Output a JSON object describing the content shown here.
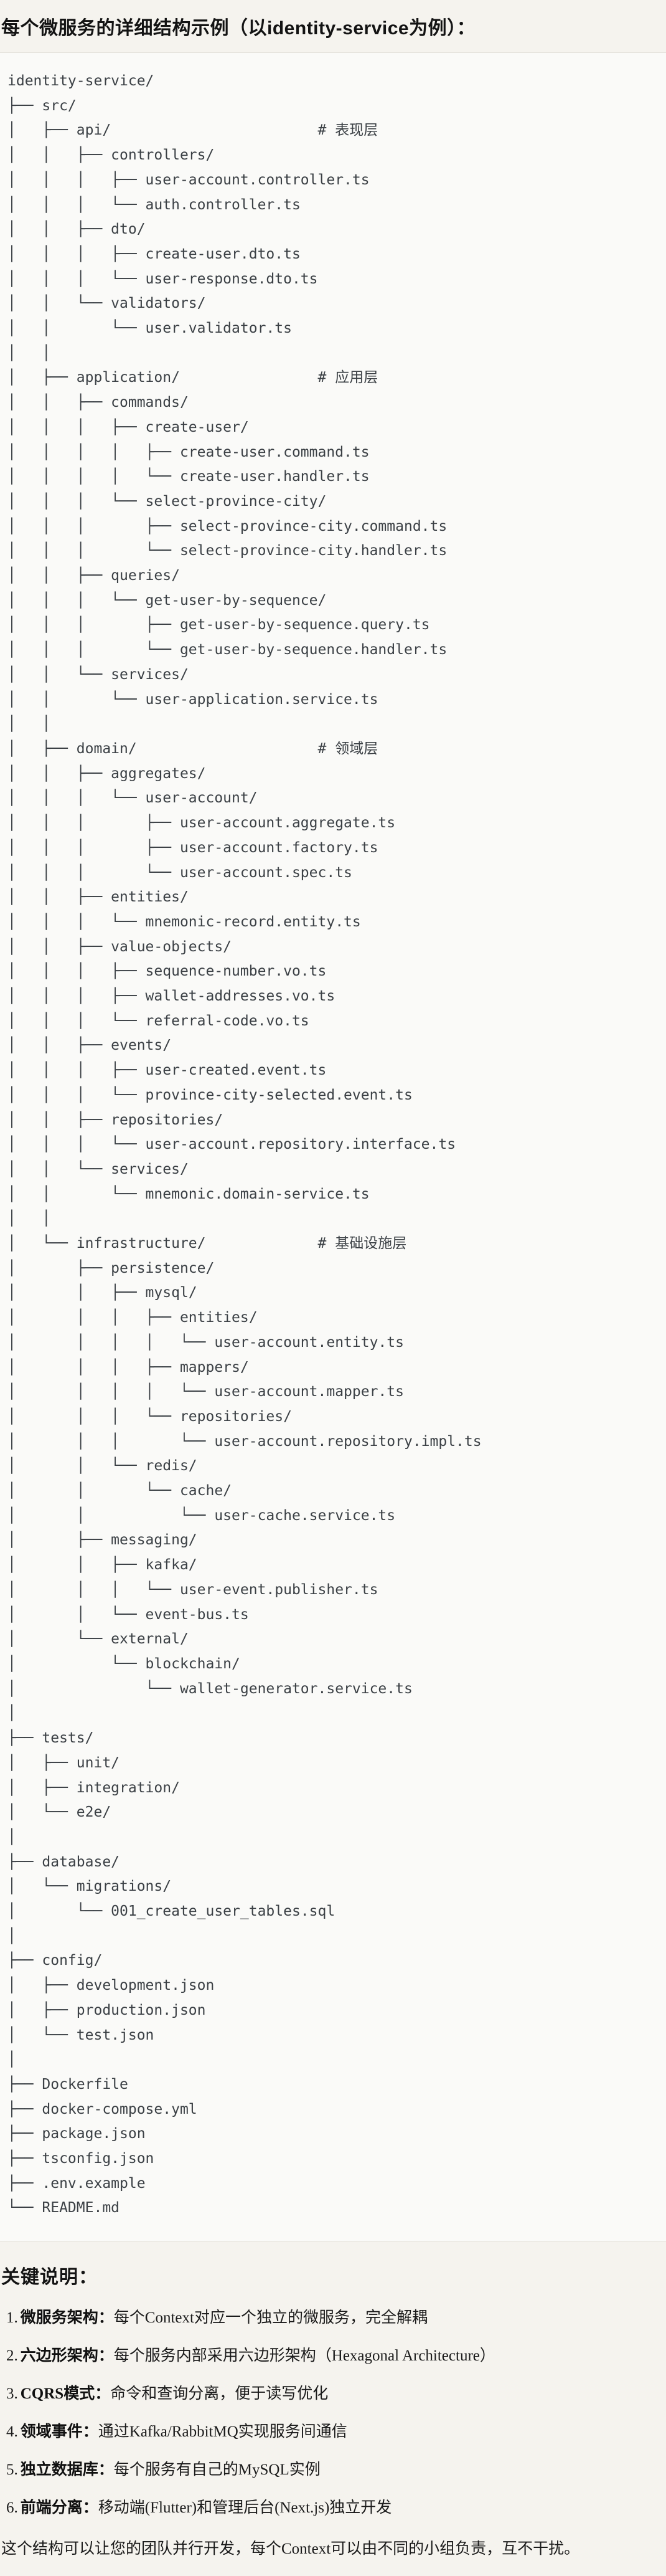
{
  "title": "每个微服务的详细结构示例（以identity-service为例）：",
  "tree": [
    "identity-service/",
    "├── src/",
    "│   ├── api/                        # 表现层",
    "│   │   ├── controllers/",
    "│   │   │   ├── user-account.controller.ts",
    "│   │   │   └── auth.controller.ts",
    "│   │   ├── dto/",
    "│   │   │   ├── create-user.dto.ts",
    "│   │   │   └── user-response.dto.ts",
    "│   │   └── validators/",
    "│   │       └── user.validator.ts",
    "│   │",
    "│   ├── application/                # 应用层",
    "│   │   ├── commands/",
    "│   │   │   ├── create-user/",
    "│   │   │   │   ├── create-user.command.ts",
    "│   │   │   │   └── create-user.handler.ts",
    "│   │   │   └── select-province-city/",
    "│   │   │       ├── select-province-city.command.ts",
    "│   │   │       └── select-province-city.handler.ts",
    "│   │   ├── queries/",
    "│   │   │   └── get-user-by-sequence/",
    "│   │   │       ├── get-user-by-sequence.query.ts",
    "│   │   │       └── get-user-by-sequence.handler.ts",
    "│   │   └── services/",
    "│   │       └── user-application.service.ts",
    "│   │",
    "│   ├── domain/                     # 领域层",
    "│   │   ├── aggregates/",
    "│   │   │   └── user-account/",
    "│   │   │       ├── user-account.aggregate.ts",
    "│   │   │       ├── user-account.factory.ts",
    "│   │   │       └── user-account.spec.ts",
    "│   │   ├── entities/",
    "│   │   │   └── mnemonic-record.entity.ts",
    "│   │   ├── value-objects/",
    "│   │   │   ├── sequence-number.vo.ts",
    "│   │   │   ├── wallet-addresses.vo.ts",
    "│   │   │   └── referral-code.vo.ts",
    "│   │   ├── events/",
    "│   │   │   ├── user-created.event.ts",
    "│   │   │   └── province-city-selected.event.ts",
    "│   │   ├── repositories/",
    "│   │   │   └── user-account.repository.interface.ts",
    "│   │   └── services/",
    "│   │       └── mnemonic.domain-service.ts",
    "│   │",
    "│   └── infrastructure/             # 基础设施层",
    "│       ├── persistence/",
    "│       │   ├── mysql/",
    "│       │   │   ├── entities/",
    "│       │   │   │   └── user-account.entity.ts",
    "│       │   │   ├── mappers/",
    "│       │   │   │   └── user-account.mapper.ts",
    "│       │   │   └── repositories/",
    "│       │   │       └── user-account.repository.impl.ts",
    "│       │   └── redis/",
    "│       │       └── cache/",
    "│       │           └── user-cache.service.ts",
    "│       ├── messaging/",
    "│       │   ├── kafka/",
    "│       │   │   └── user-event.publisher.ts",
    "│       │   └── event-bus.ts",
    "│       └── external/",
    "│           └── blockchain/",
    "│               └── wallet-generator.service.ts",
    "│",
    "├── tests/",
    "│   ├── unit/",
    "│   ├── integration/",
    "│   └── e2e/",
    "│",
    "├── database/",
    "│   └── migrations/",
    "│       └── 001_create_user_tables.sql",
    "│",
    "├── config/",
    "│   ├── development.json",
    "│   ├── production.json",
    "│   └── test.json",
    "│",
    "├── Dockerfile",
    "├── docker-compose.yml",
    "├── package.json",
    "├── tsconfig.json",
    "├── .env.example",
    "└── README.md"
  ],
  "notes": {
    "heading": "关键说明：",
    "items": [
      {
        "num": "1.",
        "label": "微服务架构",
        "colon": "：",
        "desc": "每个Context对应一个独立的微服务，完全解耦"
      },
      {
        "num": "2.",
        "label": "六边形架构",
        "colon": "：",
        "desc": "每个服务内部采用六边形架构（Hexagonal Architecture）"
      },
      {
        "num": "3.",
        "label": "CQRS模式",
        "colon": "：",
        "desc": "命令和查询分离，便于读写优化"
      },
      {
        "num": "4.",
        "label": "领域事件",
        "colon": "：",
        "desc": "通过Kafka/RabbitMQ实现服务间通信"
      },
      {
        "num": "5.",
        "label": "独立数据库",
        "colon": "：",
        "desc": "每个服务有自己的MySQL实例"
      },
      {
        "num": "6.",
        "label": "前端分离",
        "colon": "：",
        "desc": "移动端(Flutter)和管理后台(Next.js)独立开发"
      }
    ],
    "footer": "这个结构可以让您的团队并行开发，每个Context可以由不同的小组负责，互不干扰。"
  },
  "colors": {
    "page_background": "#f5f3ee",
    "code_background": "#fafaf8",
    "code_border": "#e3e1da",
    "tree_text": "#3b4045",
    "heading_text": "#131313"
  }
}
